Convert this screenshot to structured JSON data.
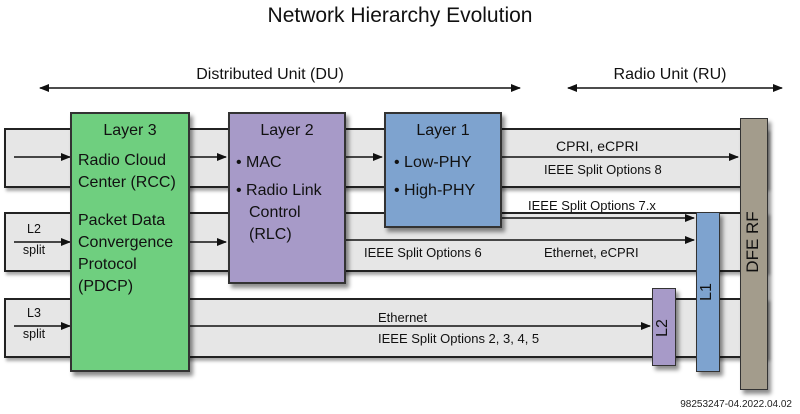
{
  "title": "Network Hierarchy Evolution",
  "headers": {
    "du": "Distributed Unit (DU)",
    "ru": "Radio Unit (RU)"
  },
  "layer3": {
    "title": "Layer 3",
    "rcc_line1": "Radio Cloud",
    "rcc_line2": "Center (RCC)",
    "pdcp_line1": "Packet Data",
    "pdcp_line2": "Convergence",
    "pdcp_line3": "Protocol",
    "pdcp_line4": "(PDCP)"
  },
  "layer2": {
    "title": "Layer 2",
    "item1": "MAC",
    "item2_line1": "Radio Link",
    "item2_line2": "Control",
    "item2_line3": "(RLC)"
  },
  "layer1": {
    "title": "Layer 1",
    "item1": "Low-PHY",
    "item2": "High-PHY"
  },
  "side_labels": {
    "l2_split_line1": "L2",
    "l2_split_line2": "split",
    "l3_split_line1": "L3",
    "l3_split_line2": "split"
  },
  "links": {
    "cpri": "CPRI, eCPRI",
    "split8": "IEEE Split Options 8",
    "split7": "IEEE Split Options 7.x",
    "split6": "IEEE Split Options 6",
    "eth_ecpri": "Ethernet, eCPRI",
    "ethernet": "Ethernet",
    "split2345": "IEEE Split Options 2, 3, 4, 5"
  },
  "ru_blocks": {
    "l1": "L1",
    "l2": "L2",
    "dfe_rf": "DFE RF"
  },
  "figure_id": "98253247-04.2022.04.02",
  "colors": {
    "layer3": "#6fcf7f",
    "layer2": "#a79ac8",
    "layer1": "#7ea3cf",
    "ru_l1": "#7ea3cf",
    "ru_l2": "#a79ac8",
    "dfe_rf": "#a39c8c",
    "band": "#e6e6e6"
  }
}
